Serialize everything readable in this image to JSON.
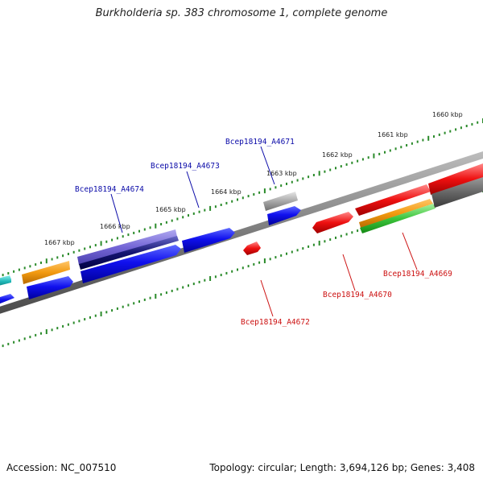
{
  "title": "Burkholderia sp. 383 chromosome 1, complete genome",
  "footer": {
    "accession": "Accession: NC_007510",
    "topology": "Topology: circular; Length: 3,694,126 bp; Genes: 3,408"
  },
  "colors": {
    "forward_label": "#0a0aa8",
    "reverse_label": "#cc1111",
    "tick": "#2a8a2a",
    "backbone": "#777777"
  },
  "kbp_labels": [
    "1660 kbp",
    "1661 kbp",
    "1662 kbp",
    "1663 kbp",
    "1664 kbp",
    "1665 kbp",
    "1666 kbp",
    "1667 kbp"
  ],
  "gene_labels": {
    "forward": [
      "Bcep18194_A4671",
      "Bcep18194_A4673",
      "Bcep18194_A4674"
    ],
    "reverse": [
      "Bcep18194_A4669",
      "Bcep18194_A4670",
      "Bcep18194_A4672"
    ]
  }
}
